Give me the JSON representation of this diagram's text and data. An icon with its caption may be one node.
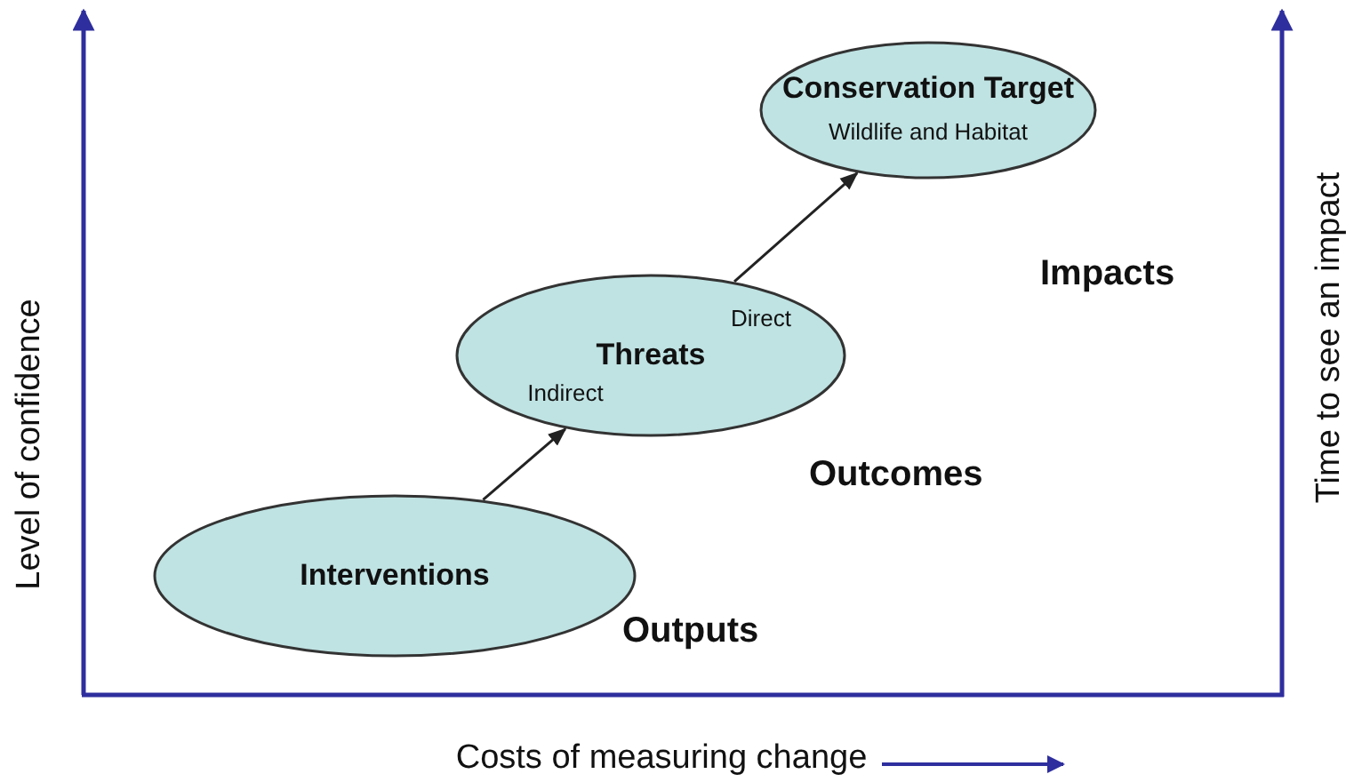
{
  "diagram": {
    "nodes": [
      {
        "text": [
          "Conservation Target",
          "Wildlife and Habitat"
        ],
        "beside": [
          "Impacts"
        ]
      },
      {
        "text": [
          "Threats",
          "Direct",
          "Indirect"
        ],
        "beside": [
          "Outcomes"
        ]
      },
      {
        "text": [
          "Interventions"
        ],
        "beside": [
          "Outputs"
        ]
      }
    ],
    "edges": [
      {
        "from": 2,
        "to": 1,
        "arrow": "to"
      },
      {
        "from": 1,
        "to": 0,
        "arrow": "to"
      }
    ],
    "labels": [
      "Level of confidence",
      "Time to see an impact",
      "Costs of measuring change"
    ]
  }
}
